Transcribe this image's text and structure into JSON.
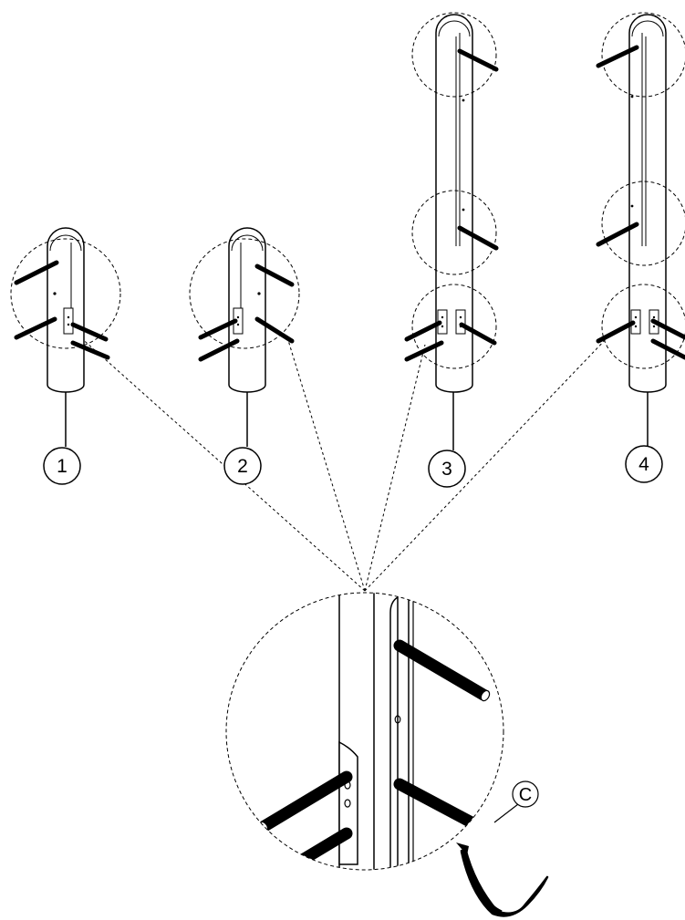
{
  "callouts": [
    {
      "label": "1"
    },
    {
      "label": "2"
    },
    {
      "label": "3"
    },
    {
      "label": "4"
    }
  ],
  "detail": {
    "part_label": "C"
  },
  "colors": {
    "ink": "#000000",
    "background": "#ffffff"
  }
}
